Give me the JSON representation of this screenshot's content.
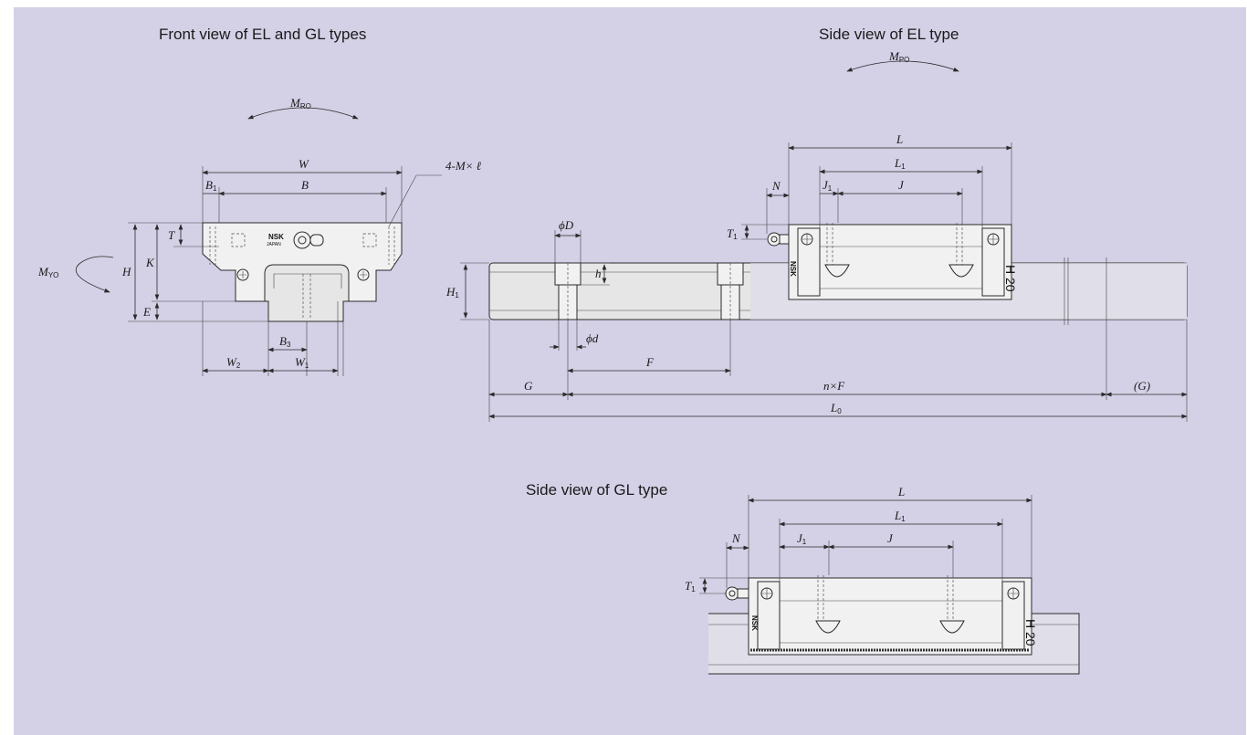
{
  "titles": {
    "front": "Front view of EL and GL types",
    "side_el": "Side view of EL type",
    "side_gl": "Side view of GL type"
  },
  "logo": {
    "brand": "NSK",
    "country": "JAPAN",
    "size_mark": "H 20"
  },
  "labels": {
    "M_RO": {
      "main": "M",
      "sub": "RO"
    },
    "M_YO": {
      "main": "M",
      "sub": "YO"
    },
    "M_PO": {
      "main": "M",
      "sub": "PO"
    },
    "W": "W",
    "B": "B",
    "B1": {
      "main": "B",
      "sub": "1"
    },
    "four_M": "4-M× ℓ",
    "T": "T",
    "H": "H",
    "K": "K",
    "E": "E",
    "B3": {
      "main": "B",
      "sub": "3"
    },
    "W2": {
      "main": "W",
      "sub": "2"
    },
    "W1": {
      "main": "W",
      "sub": "1"
    },
    "phiD": "ϕD",
    "phid": "ϕd",
    "h": "h",
    "H1": {
      "main": "H",
      "sub": "1"
    },
    "F": "F",
    "G": "G",
    "nF": "n×F",
    "G_paren": "(G)",
    "L0": {
      "main": "L",
      "sub": "0"
    },
    "L": "L",
    "L1": {
      "main": "L",
      "sub": "1"
    },
    "N": "N",
    "J": "J",
    "J1": {
      "main": "J",
      "sub": "1"
    },
    "T1": {
      "main": "T",
      "sub": "1"
    }
  },
  "colors": {
    "background": "#d4d0e6",
    "part": "#f1f1f1",
    "rail": "#e6e6e6",
    "line": "#2a2a2a"
  }
}
